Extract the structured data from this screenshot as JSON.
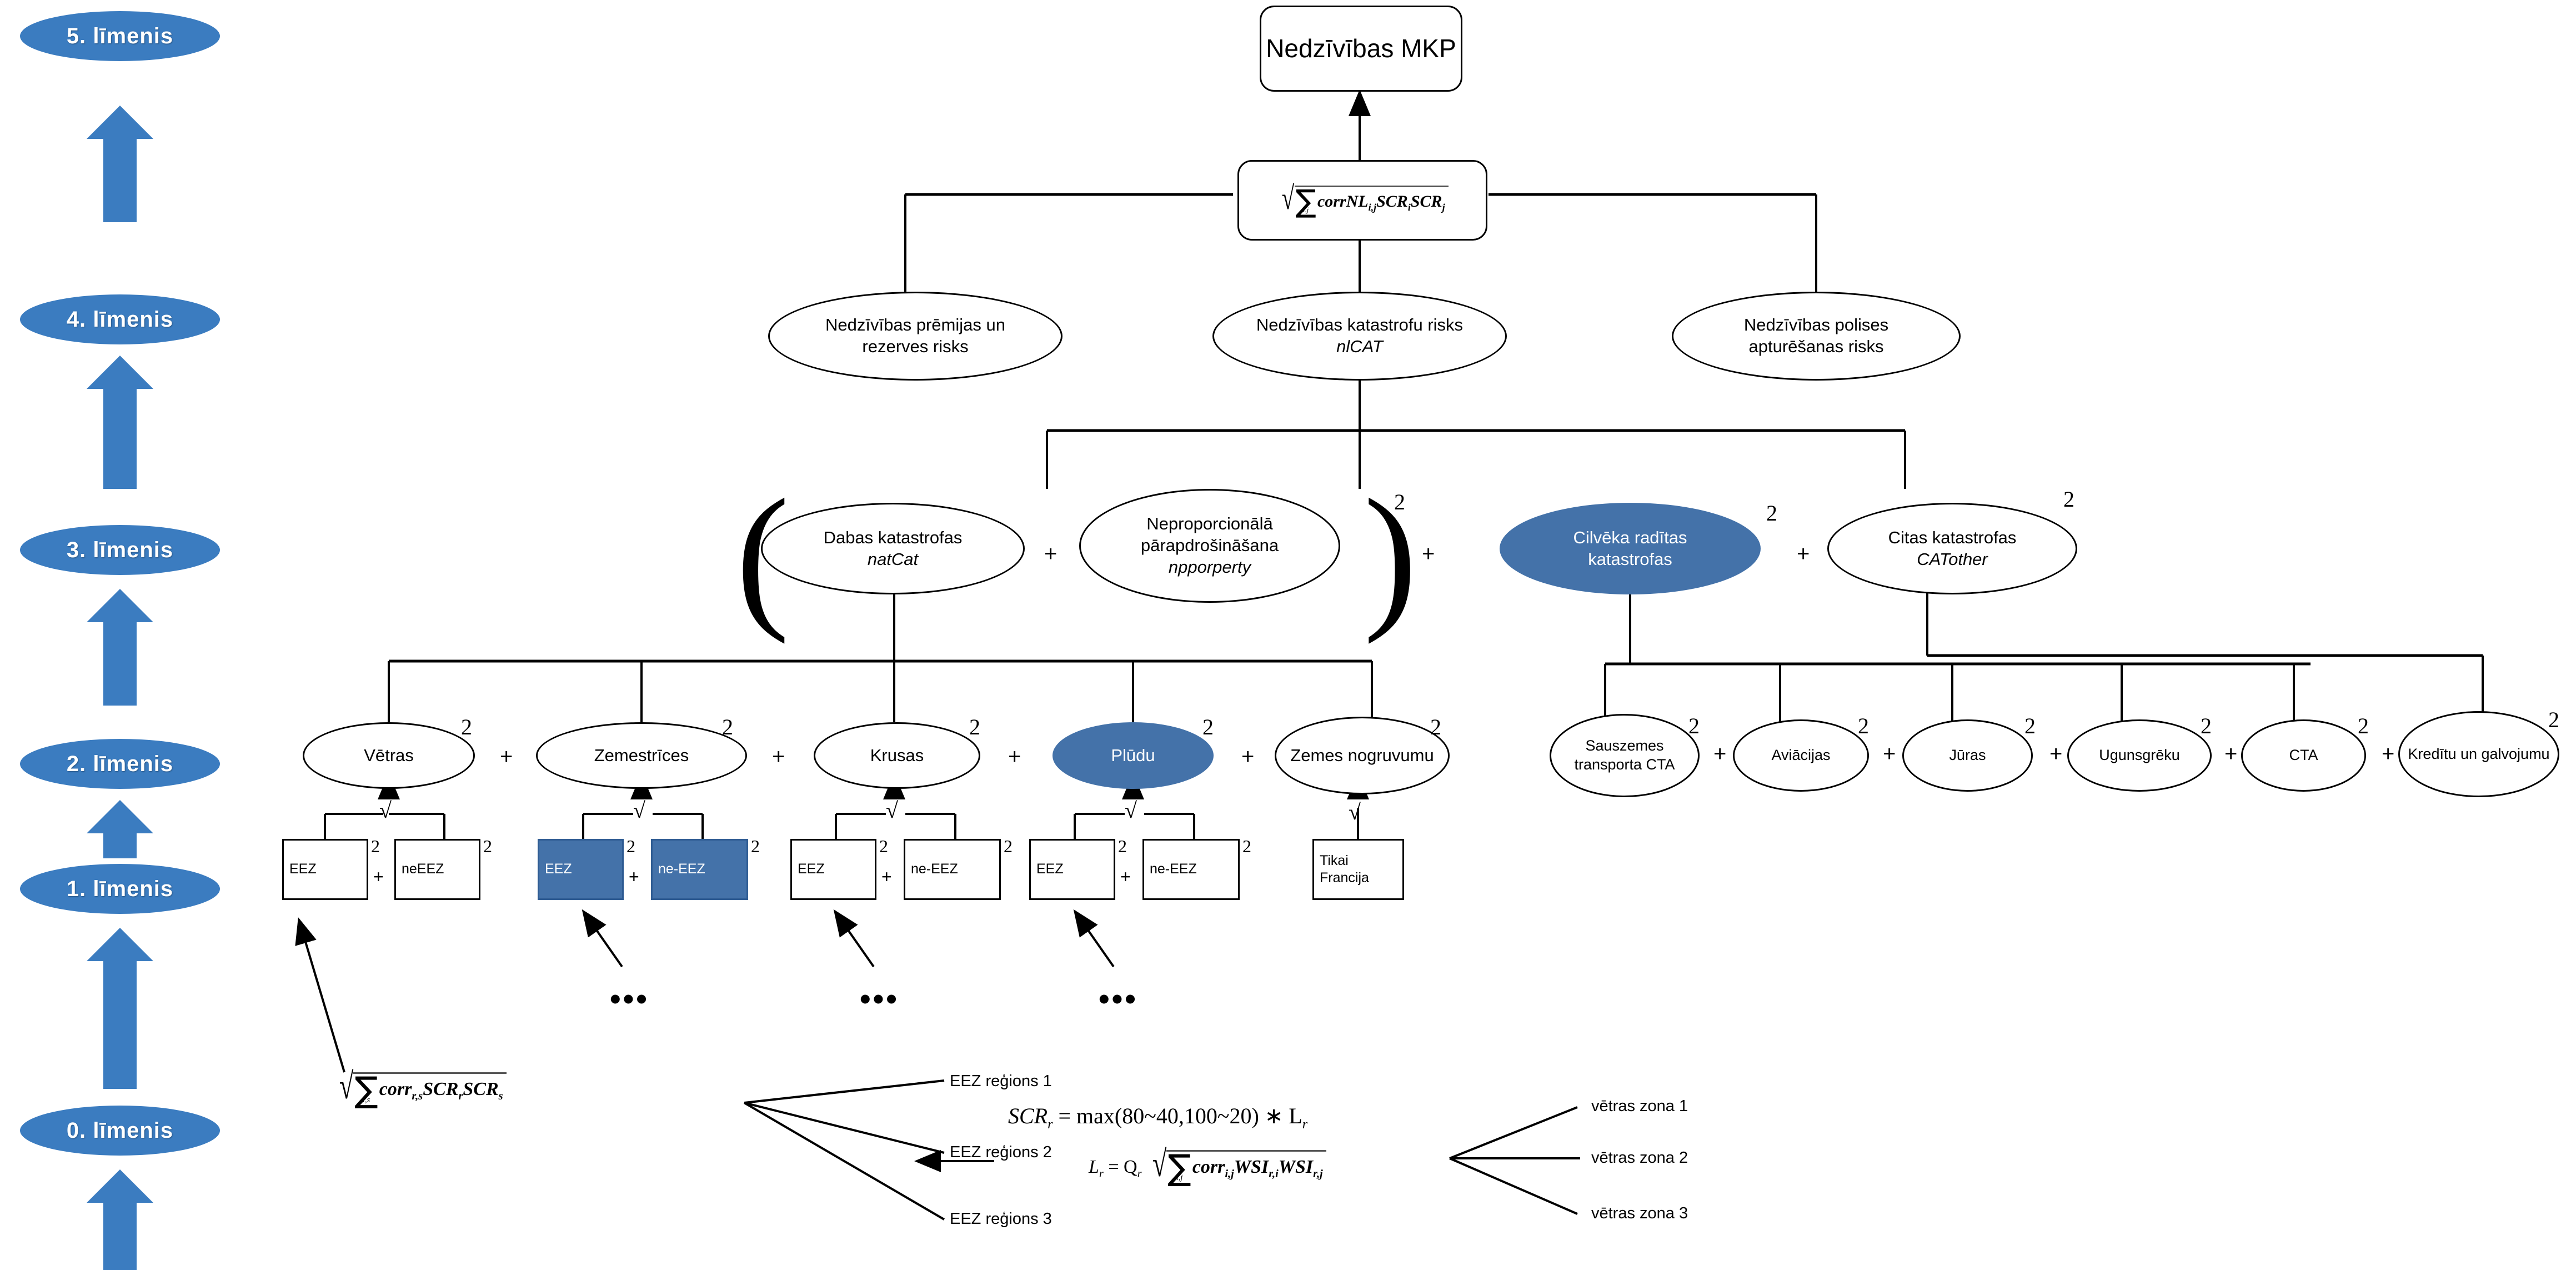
{
  "levels": [
    {
      "name": "level-5",
      "label": "5. līmenis"
    },
    {
      "name": "level-4",
      "label": "4. līmenis"
    },
    {
      "name": "level-3",
      "label": "3. līmenis"
    },
    {
      "name": "level-2",
      "label": "2. līmenis"
    },
    {
      "name": "level-1",
      "label": "1. līmenis"
    },
    {
      "name": "level-0",
      "label": "0. līmenis"
    }
  ],
  "colors": {
    "accent": "#3B7CC0",
    "node_blue": "#4472A9",
    "stroke": "#000000"
  },
  "root": {
    "label": "Nedzīvības MKP"
  },
  "aggregation_formula": {
    "radical": "√",
    "sigma": "∑",
    "sigma_sub": "i,j",
    "body": "corrNL",
    "body_sub": "i,j",
    "terms": "SCR",
    "t1sub": "i",
    "t2": "SCR",
    "t2sub": "j"
  },
  "level4_nodes": [
    {
      "name": "premium-reserve-risk",
      "line1": "Nedzīvības prēmijas un",
      "line2": "rezerves risks",
      "highlight": false
    },
    {
      "name": "catastrophe-risk",
      "line1": "Nedzīvības katastrofu risks",
      "line2": "nlCAT",
      "italic2": true,
      "highlight": false
    },
    {
      "name": "lapse-risk",
      "line1": "Nedzīvības polises",
      "line2": "apturēšanas risks",
      "highlight": false
    }
  ],
  "level3_nodes": [
    {
      "name": "natural-catastrophes",
      "line1": "Dabas katastrofas",
      "line2": "natCat",
      "italic2": true,
      "highlight": false,
      "sup": ""
    },
    {
      "name": "nonproportional-reinsurance",
      "line1": "Neproporcionālā",
      "line2": "pārapdrošināšana",
      "line3": "npporperty",
      "italic3": true,
      "highlight": false,
      "sup": ""
    },
    {
      "name": "man-made-catastrophes",
      "line1": "Cilvēka radītas",
      "line2": "katastrofas",
      "highlight": true,
      "sup": "2"
    },
    {
      "name": "other-catastrophes",
      "line1": "Citas katastrofas",
      "line2": "CATother",
      "italic2": true,
      "highlight": false,
      "sup": "2"
    }
  ],
  "level3_group_sup": "2",
  "level3_plus_signs": [
    "+",
    "+",
    "+"
  ],
  "level2_natcat": [
    {
      "name": "storm",
      "label": "Vētras",
      "sup": "2",
      "highlight": false
    },
    {
      "name": "earthquake",
      "label": "Zemestrīces",
      "sup": "2",
      "highlight": false
    },
    {
      "name": "hail",
      "label": "Krusas",
      "sup": "2",
      "highlight": false
    },
    {
      "name": "flood",
      "label": "Plūdu",
      "sup": "2",
      "highlight": true
    },
    {
      "name": "subsidence",
      "label": "Zemes nogruvumu",
      "sup": "2",
      "highlight": false
    }
  ],
  "level2_manmade": [
    {
      "name": "motor-liability",
      "label": "Sauszemes transporta CTA",
      "sup": "2"
    },
    {
      "name": "aviation",
      "label": "Aviācijas",
      "sup": "2"
    },
    {
      "name": "marine",
      "label": "Jūras",
      "sup": "2"
    },
    {
      "name": "fire",
      "label": "Ugunsgrēku",
      "sup": "2"
    },
    {
      "name": "liability",
      "label": "CTA",
      "sup": "2"
    },
    {
      "name": "credit-suretyship",
      "label": "Kredītu un galvojumu",
      "sup": "2"
    }
  ],
  "level1_groups": [
    {
      "name": "storm-regions",
      "boxes": [
        {
          "label": "EEZ",
          "sup": "2",
          "highlight": false
        },
        {
          "label": "neEEZ",
          "sup": "2",
          "highlight": false
        }
      ],
      "plus": "+",
      "sqrt": "√",
      "dots": ""
    },
    {
      "name": "earthquake-regions",
      "boxes": [
        {
          "label": "EEZ",
          "sup": "2",
          "highlight": true
        },
        {
          "label": "ne-EEZ",
          "sup": "2",
          "highlight": true
        }
      ],
      "plus": "+",
      "sqrt": "√",
      "dots": "•••"
    },
    {
      "name": "hail-regions",
      "boxes": [
        {
          "label": "EEZ",
          "sup": "2",
          "highlight": false
        },
        {
          "label": "ne-EEZ",
          "sup": "2",
          "highlight": false
        }
      ],
      "plus": "+",
      "sqrt": "√",
      "dots": "•••"
    },
    {
      "name": "flood-regions",
      "boxes": [
        {
          "label": "EEZ",
          "sup": "2",
          "highlight": false
        },
        {
          "label": "ne-EEZ",
          "sup": "2",
          "highlight": false
        }
      ],
      "plus": "+",
      "sqrt": "√",
      "dots": "•••"
    }
  ],
  "level1_france": {
    "name": "subsidence-france",
    "line1": "Tikai",
    "line2": "Francija",
    "sqrt": "√"
  },
  "bottom": {
    "region_formula": {
      "radical": "√",
      "sigma": "∑",
      "sigma_sub": "r,s",
      "body": "corr",
      "body_sub": "r,s",
      "t1": "SCR",
      "t1sub": "r",
      "t2": "SCR",
      "t2sub": "s"
    },
    "region_labels": [
      "EEZ reģions 1",
      "EEZ reģions 2",
      "EEZ reģions 3"
    ],
    "scr_formula": {
      "lhs": "SCR",
      "lhs_sub": "r",
      "rhs": "= max(80~40,100~20) ∗ L",
      "rhs_sub": "r"
    },
    "l_formula": {
      "lhs": "L",
      "lhs_sub": "r",
      "eq": "= Q",
      "q_sub": "r",
      "radical": "√",
      "sigma": "∑",
      "sigma_sub": "i,j",
      "body": "corr",
      "body_sub": "i,j",
      "t1": "WSI",
      "t1sub": "r,i",
      "t2": "WSI",
      "t2sub": "r,j"
    },
    "zone_labels": [
      "vētras zona 1",
      "vētras zona  2",
      "vētras zona  3"
    ]
  }
}
